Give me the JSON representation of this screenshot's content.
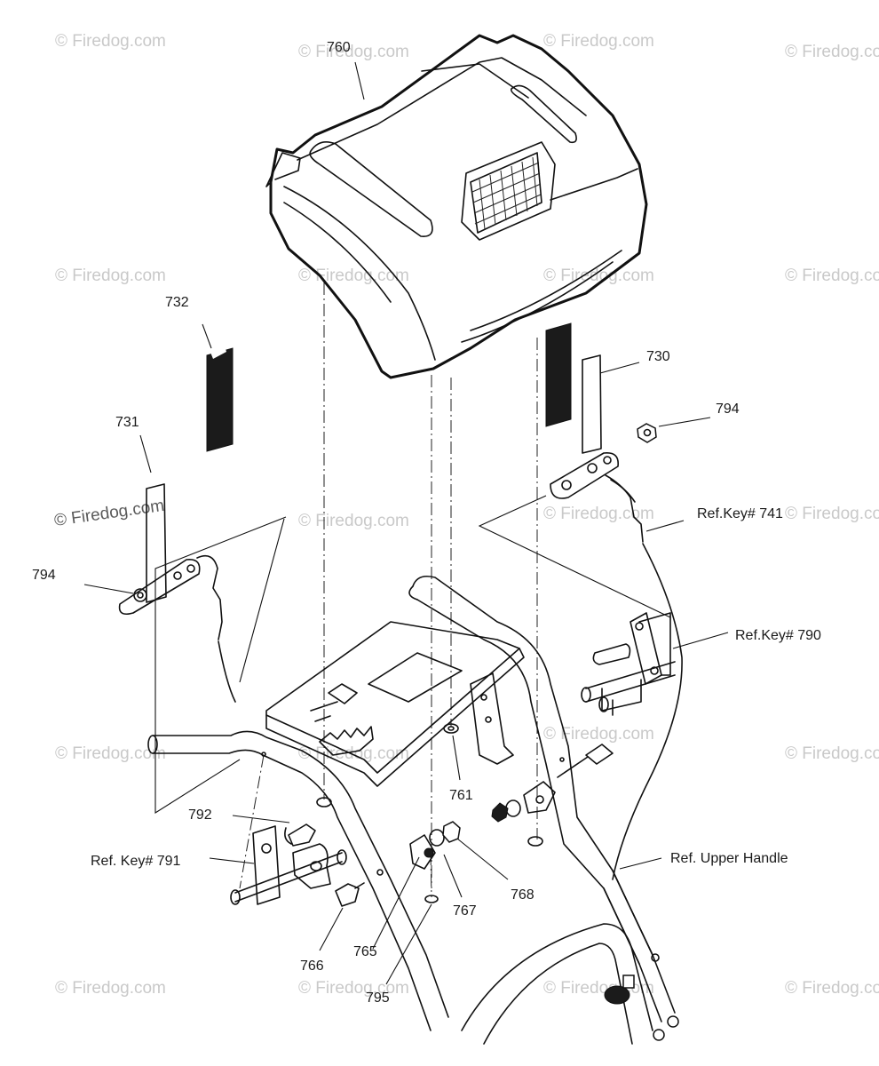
{
  "watermark": {
    "text": "© Firedog.com"
  },
  "callouts": {
    "p760": "760",
    "p732": "732",
    "p730": "730",
    "p731": "731",
    "p794_right": "794",
    "p794_left": "794",
    "ref741": "Ref.Key# 741",
    "ref790": "Ref.Key# 790",
    "p761": "761",
    "p792": "792",
    "ref791": "Ref. Key# 791",
    "p768": "768",
    "p767": "767",
    "p765": "765",
    "p766": "766",
    "p795": "795",
    "ref_upper_handle": "Ref. Upper Handle"
  }
}
